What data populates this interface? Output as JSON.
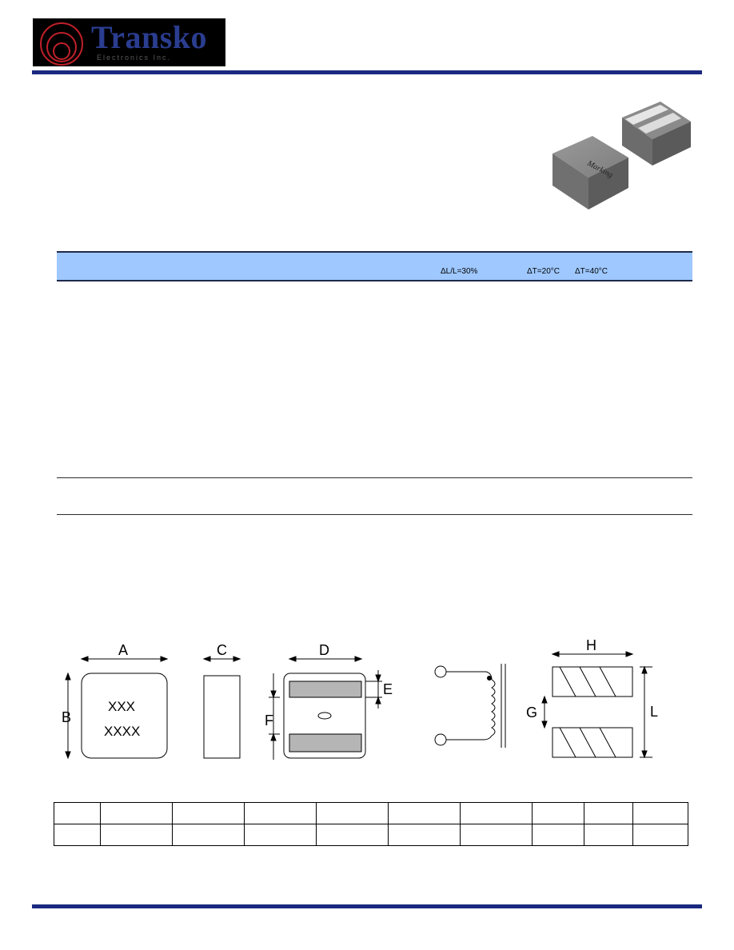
{
  "logo": {
    "name": "Transko",
    "subtitle": "Electronics Inc."
  },
  "photo": {
    "marking_label": "Marking"
  },
  "spec_header": {
    "inductance_drop": "ΔL/L=30%",
    "temp_rise_20": "ΔT=20°C",
    "temp_rise_40": "ΔT=40°C"
  },
  "drawing": {
    "labels": {
      "A": "A",
      "B": "B",
      "C": "C",
      "D": "D",
      "E": "E",
      "F": "F",
      "G": "G",
      "H": "H",
      "L": "L"
    },
    "marking_line1": "XXX",
    "marking_line2": "XXXX"
  },
  "colors": {
    "brand_blue": "#1a2a80",
    "band_blue": "#9ec8ff",
    "logo_red": "#c0202a"
  }
}
